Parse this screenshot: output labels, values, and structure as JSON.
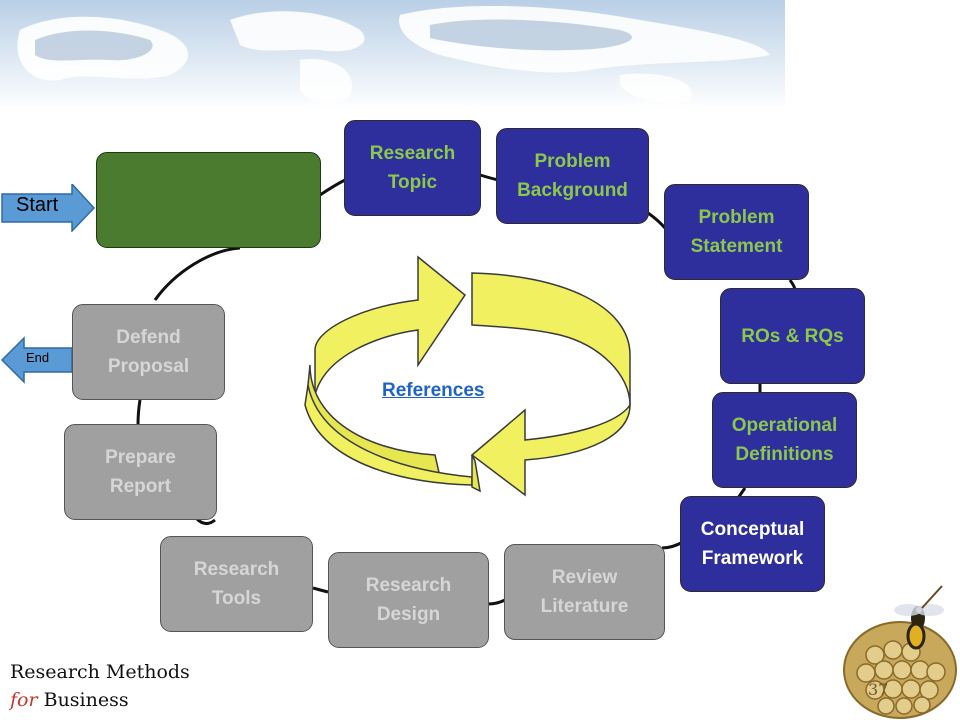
{
  "diagram": {
    "start_label": "Start",
    "end_label": "End",
    "center_label": "References",
    "nodes": {
      "research_topic": "Research\nTopic",
      "problem_background": "Problem\nBackground",
      "problem_statement": "Problem\nStatement",
      "ros_rqs": "ROs & RQs",
      "operational_definitions": "Operational\nDefinitions",
      "conceptual_framework": "Conceptual\nFramework",
      "review_literature": "Review\nLiterature",
      "research_design": "Research\nDesign",
      "research_tools": "Research\nTools",
      "prepare_report": "Prepare\nReport",
      "defend_proposal": "Defend\nProposal",
      "current_step": ""
    }
  },
  "footer": {
    "line1": "Research Methods",
    "for_word": "for",
    "line2_rest": " Business"
  },
  "page_number": "37",
  "colors": {
    "completed_step": "#2e2e9c",
    "current_step": "#4a7b2e",
    "pending_step": "#a0a0a0",
    "completed_text": "#8cc84b",
    "pending_text": "#d6d6d6",
    "arrow_fill": "#5b9bd5",
    "cycle_fill": "#f0f060",
    "references_link": "#1e64c8"
  },
  "icons": {
    "banner": "world-map",
    "decoration": "wasp-nest-icon"
  }
}
